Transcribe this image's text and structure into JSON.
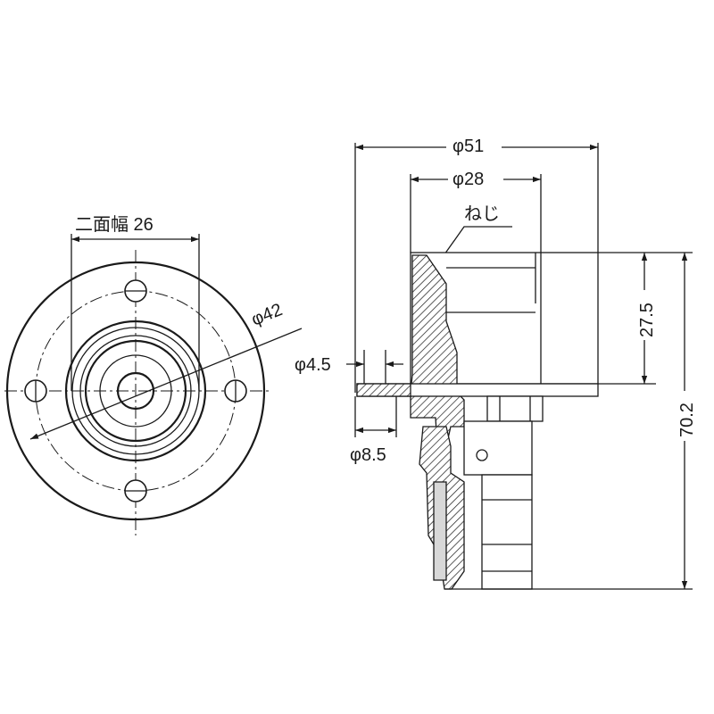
{
  "front_view": {
    "width_across_flats_label": "二面幅 26",
    "diameter_label": "φ42"
  },
  "side_view": {
    "outer_diameter_label": "φ51",
    "inner_diameter_label": "φ28",
    "thread_label": "ねじ",
    "hole_diameter_label": "φ4.5",
    "flange_thickness_label": "φ8.5",
    "upper_height_label": "27.5",
    "total_height_label": "70.2"
  }
}
